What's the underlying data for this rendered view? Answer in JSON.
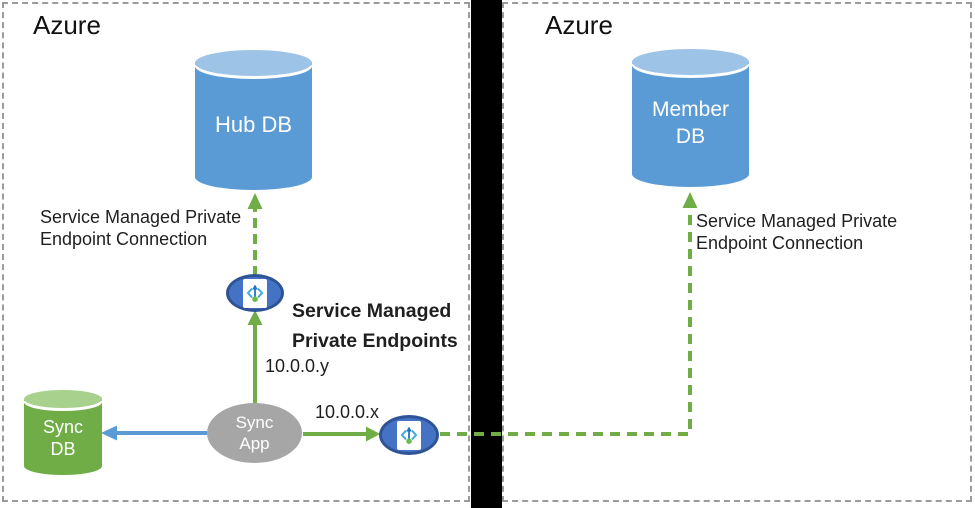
{
  "diagram": {
    "regions": {
      "left": {
        "title": "Azure"
      },
      "right": {
        "title": "Azure"
      }
    },
    "nodes": {
      "hub_db": {
        "label": "Hub DB"
      },
      "member_db": {
        "line1": "Member",
        "line2": "DB"
      },
      "sync_db": {
        "line1": "Sync",
        "line2": "DB"
      },
      "sync_app": {
        "line1": "Sync",
        "line2": "App"
      },
      "private_endpoint_hub": {
        "icon": "private-endpoint-icon"
      },
      "private_endpoint_member": {
        "icon": "private-endpoint-icon"
      }
    },
    "labels": {
      "hub_connection": {
        "line1": "Service Managed Private",
        "line2": "Endpoint Connection"
      },
      "member_connection": {
        "line1": "Service Managed Private",
        "line2": "Endpoint Connection"
      },
      "endpoints_title": {
        "line1": "Service Managed",
        "line2": "Private Endpoints"
      },
      "ip_y": "10.0.0.y",
      "ip_x": "10.0.0.x"
    },
    "colors": {
      "db_blue": "#5B9BD5",
      "db_blue_top": "#9DC3E6",
      "db_green": "#70AD47",
      "db_green_top": "#A9D18E",
      "app_gray": "#A6A6A6",
      "endpoint_fill": "#4472C4",
      "endpoint_border": "#2F5496",
      "arrow_green": "#70AD47",
      "arrow_blue": "#5B9BD5",
      "divider_black": "#000000",
      "box_border": "#9B9B9B"
    }
  }
}
